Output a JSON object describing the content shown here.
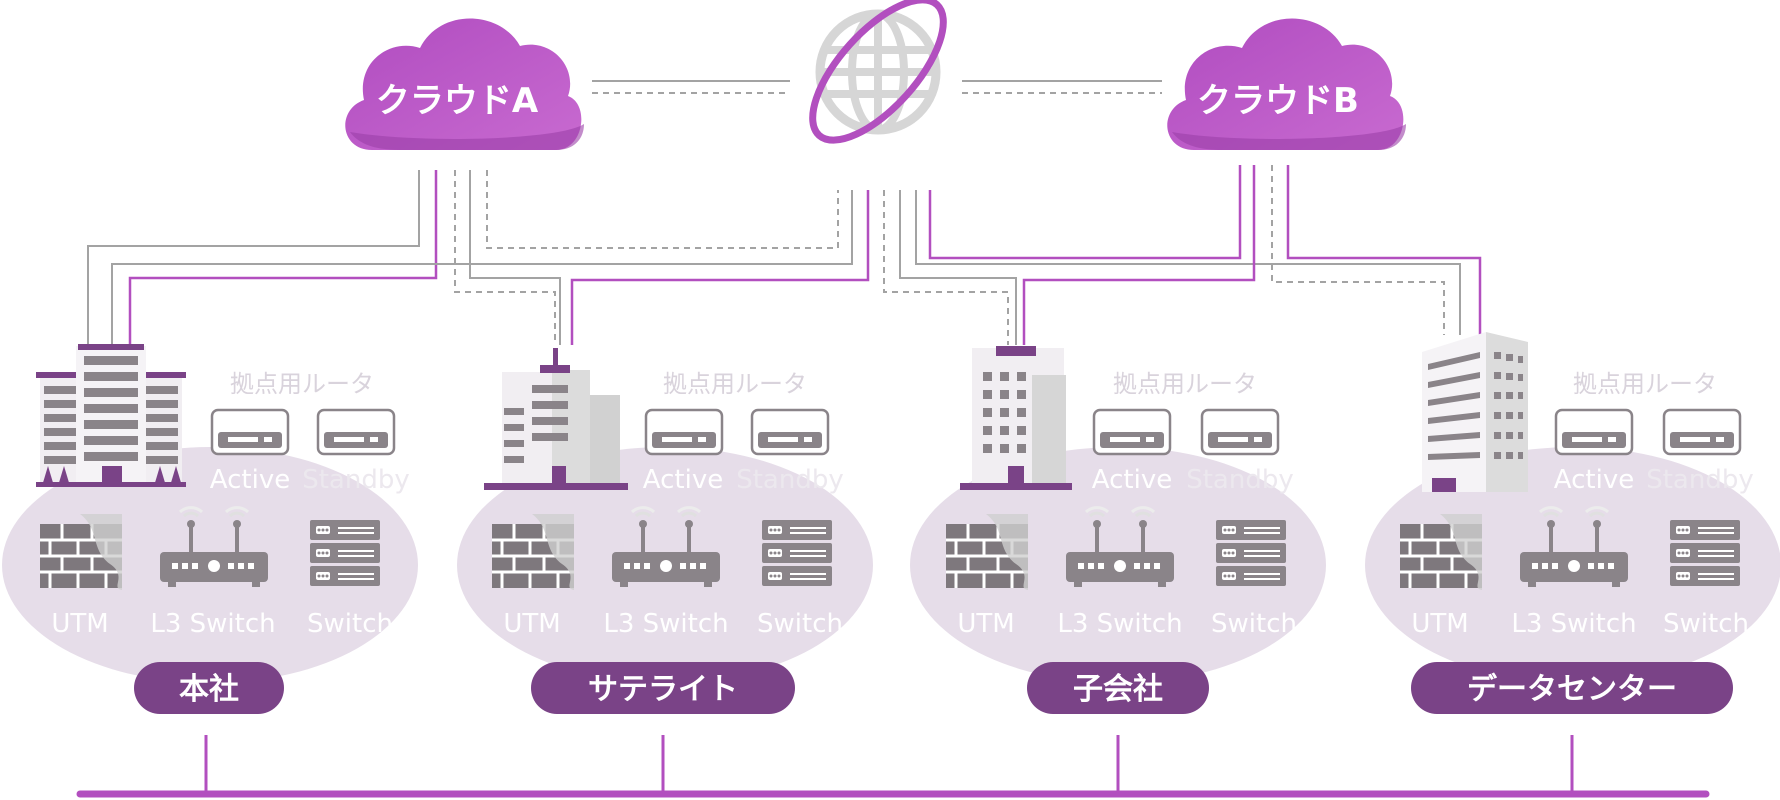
{
  "clouds": {
    "a": "クラウドA",
    "b": "クラウドB"
  },
  "sites": [
    {
      "name": "本社",
      "router_label": "拠点用ルータ",
      "active": "Active",
      "standby": "Standby",
      "devices": [
        "UTM",
        "L3 Switch",
        "Switch"
      ]
    },
    {
      "name": "サテライト",
      "router_label": "拠点用ルータ",
      "active": "Active",
      "standby": "Standby",
      "devices": [
        "UTM",
        "L3 Switch",
        "Switch"
      ]
    },
    {
      "name": "子会社",
      "router_label": "拠点用ルータ",
      "active": "Active",
      "standby": "Standby",
      "devices": [
        "UTM",
        "L3 Switch",
        "Switch"
      ]
    },
    {
      "name": "データセンター",
      "router_label": "拠点用ルータ",
      "active": "Active",
      "standby": "Standby",
      "devices": [
        "UTM",
        "L3 Switch",
        "Switch"
      ]
    }
  ],
  "colors": {
    "purple": "#b24fbf",
    "purple_dark": "#7a4387",
    "line_gray": "#a3a3a3",
    "ellipse": "#e6dde9",
    "device_gray": "#8a8489"
  }
}
